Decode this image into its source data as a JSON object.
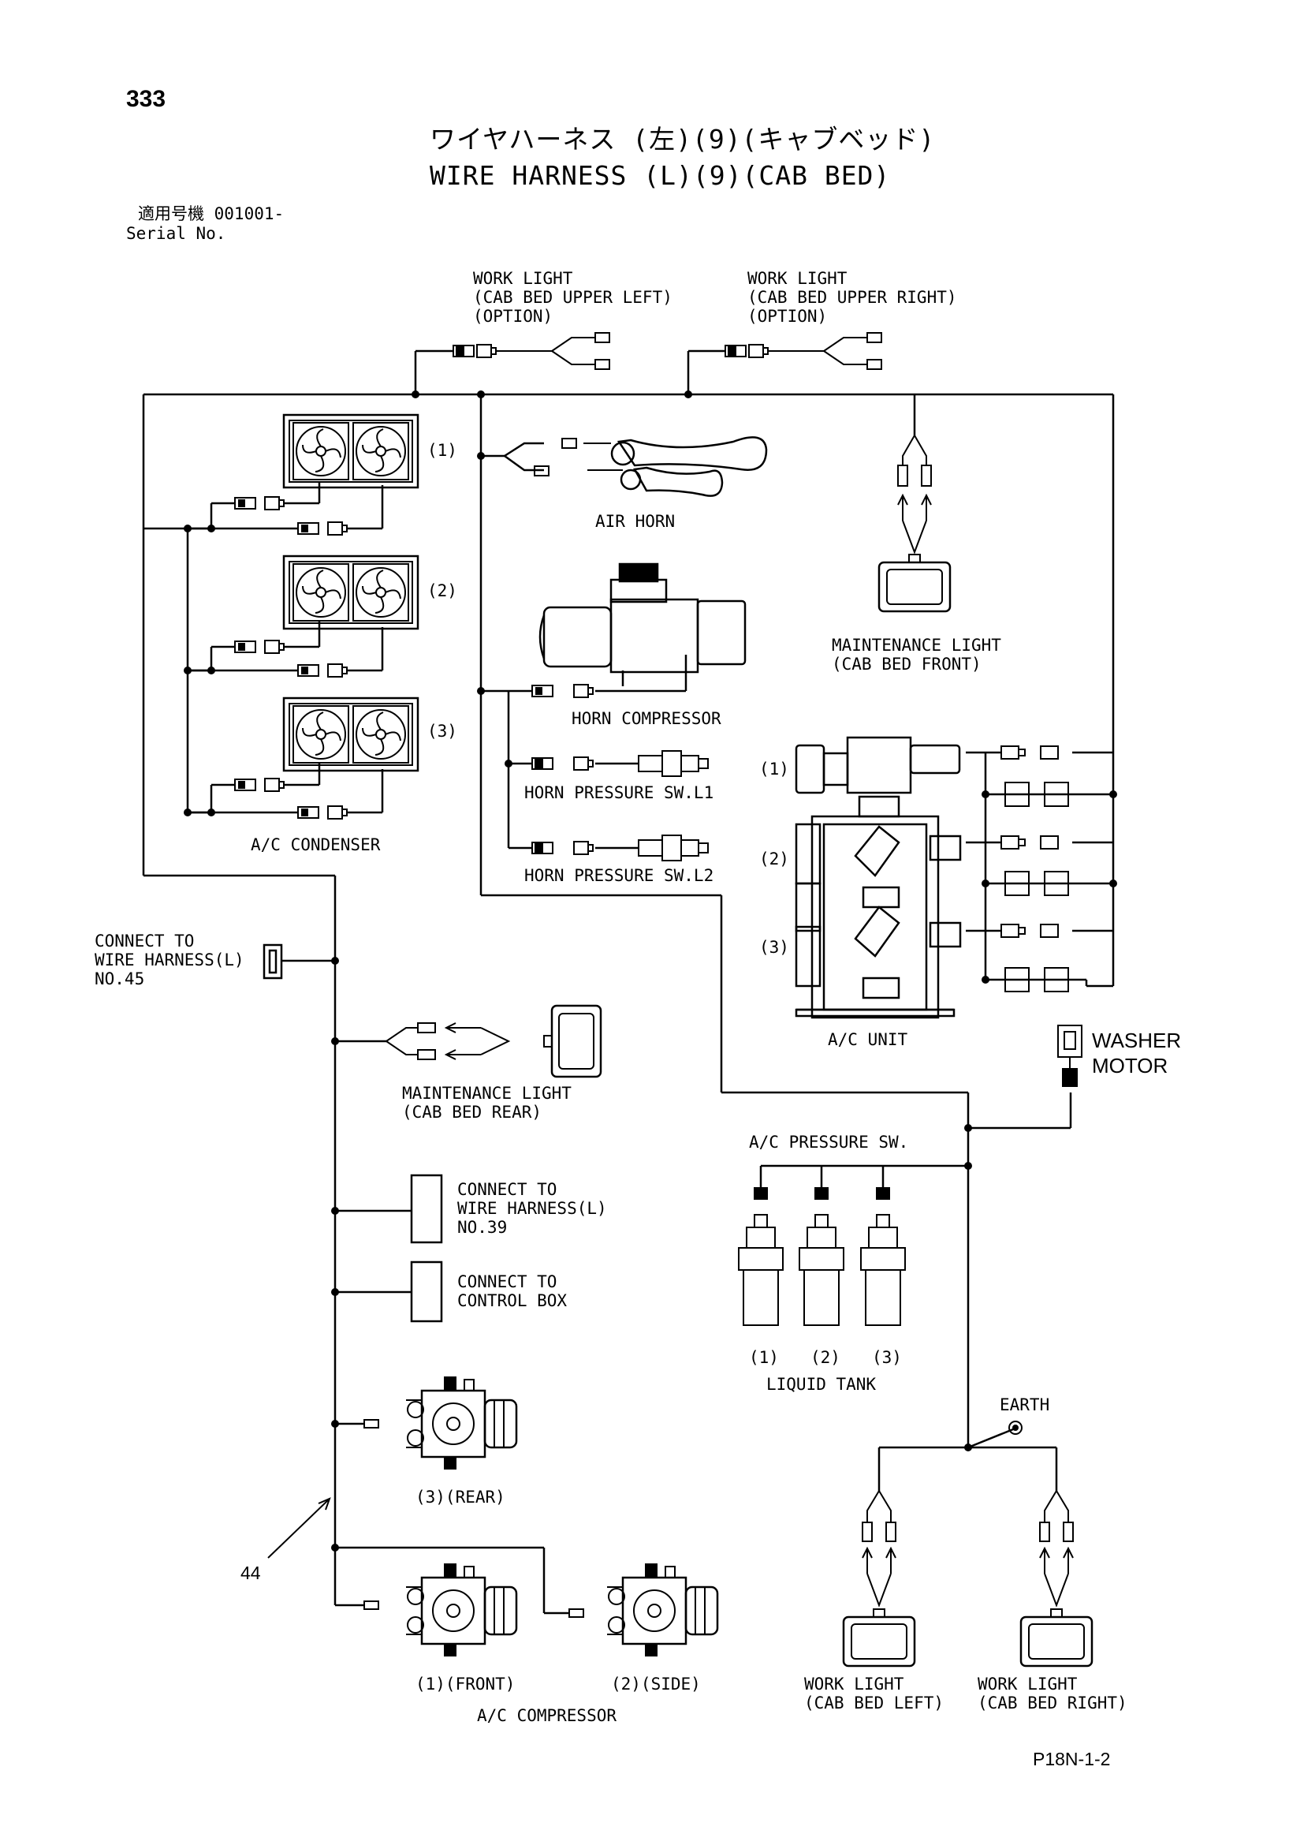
{
  "page_number": "333",
  "title_jp": "ワイヤハーネス (左)(9)(キャブベッド)",
  "title_en": "WIRE HARNESS (L)(9)(CAB BED)",
  "serial": {
    "jp": "適用号機  001001-",
    "en": "Serial No."
  },
  "work_light_upper_left": [
    "WORK LIGHT",
    "(CAB BED UPPER LEFT)",
    "(OPTION)"
  ],
  "work_light_upper_right": [
    "WORK LIGHT",
    "(CAB BED UPPER RIGHT)",
    "(OPTION)"
  ],
  "condenser_units": [
    "(1)",
    "(2)",
    "(3)"
  ],
  "ac_condenser": "A/C CONDENSER",
  "air_horn": "AIR HORN",
  "horn_compressor": "HORN COMPRESSOR",
  "horn_pressure_sw_l1": "HORN PRESSURE SW.L1",
  "horn_pressure_sw_l2": "HORN PRESSURE SW.L2",
  "maintenance_light_front": [
    "MAINTENANCE LIGHT",
    "(CAB BED FRONT)"
  ],
  "ac_unit_parts": [
    "(1)",
    "(2)",
    "(3)"
  ],
  "ac_unit": "A/C UNIT",
  "connect_wh45": [
    "CONNECT TO",
    "WIRE HARNESS(L)",
    "NO.45"
  ],
  "maintenance_light_rear": [
    "MAINTENANCE LIGHT",
    "(CAB BED REAR)"
  ],
  "washer_motor": [
    "WASHER",
    "MOTOR"
  ],
  "ac_pressure_sw": "A/C PRESSURE SW.",
  "connect_wh39": [
    "CONNECT TO",
    "WIRE HARNESS(L)",
    "NO.39"
  ],
  "connect_control_box": [
    "CONNECT TO",
    "CONTROL BOX"
  ],
  "liquid_tank_numbers": [
    "(1)",
    "(2)",
    "(3)"
  ],
  "liquid_tank": "LIQUID TANK",
  "compressor_rear": "(3)(REAR)",
  "compressor_front": "(1)(FRONT)",
  "compressor_side": "(2)(SIDE)",
  "ac_compressor": "A/C COMPRESSOR",
  "earth": "EARTH",
  "harness_number": "44",
  "work_light_left": [
    "WORK LIGHT",
    "(CAB BED LEFT)"
  ],
  "work_light_right": [
    "WORK LIGHT",
    "(CAB BED RIGHT)"
  ],
  "drawing_code": "P18N-1-2"
}
